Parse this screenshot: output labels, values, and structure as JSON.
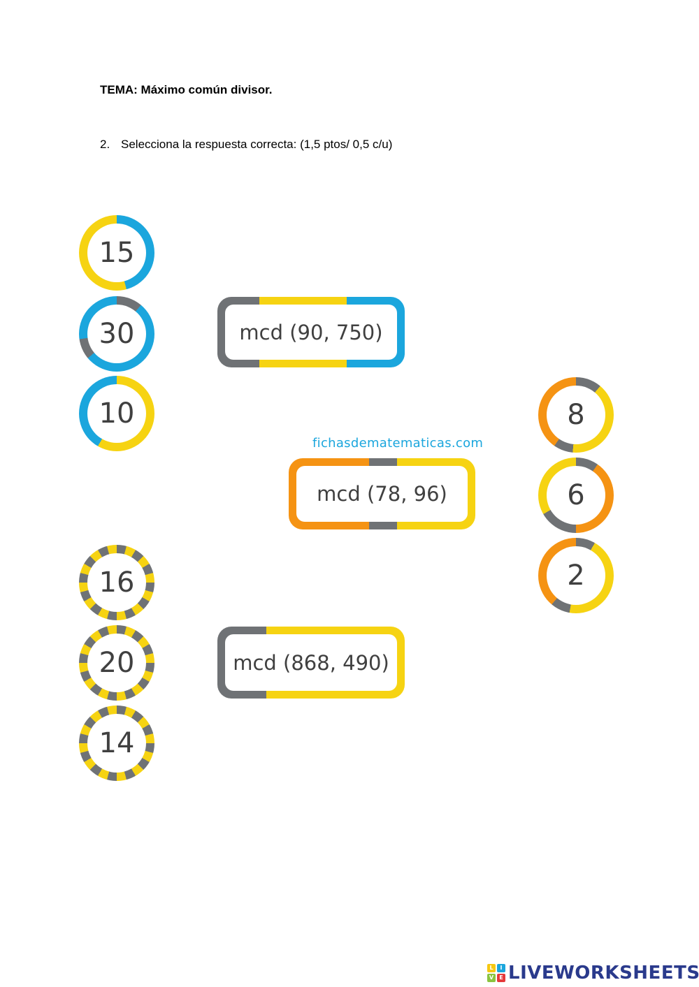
{
  "header": {
    "title": "TEMA: Máximo común divisor.",
    "question_number": "2.",
    "question_text": "Selecciona la respuesta correcta: (1,5 ptos/ 0,5 c/u)"
  },
  "colors": {
    "yellow": "#f6d312",
    "blue": "#1ba6dd",
    "gray": "#6f7275",
    "orange": "#f59313",
    "text": "#404040"
  },
  "exercises": [
    {
      "prompt": "mcd (90, 750)",
      "options": [
        "15",
        "30",
        "10"
      ]
    },
    {
      "prompt": "mcd (78, 96)",
      "options": [
        "8",
        "6",
        "2"
      ]
    },
    {
      "prompt": "mcd (868, 490)",
      "options": [
        "16",
        "20",
        "14"
      ]
    }
  ],
  "watermark": "fichasdematematicas.com",
  "footer": {
    "logo_text": "LIVEWORKSHEETS",
    "logo_letters": [
      "L",
      "I",
      "V",
      "E"
    ]
  }
}
